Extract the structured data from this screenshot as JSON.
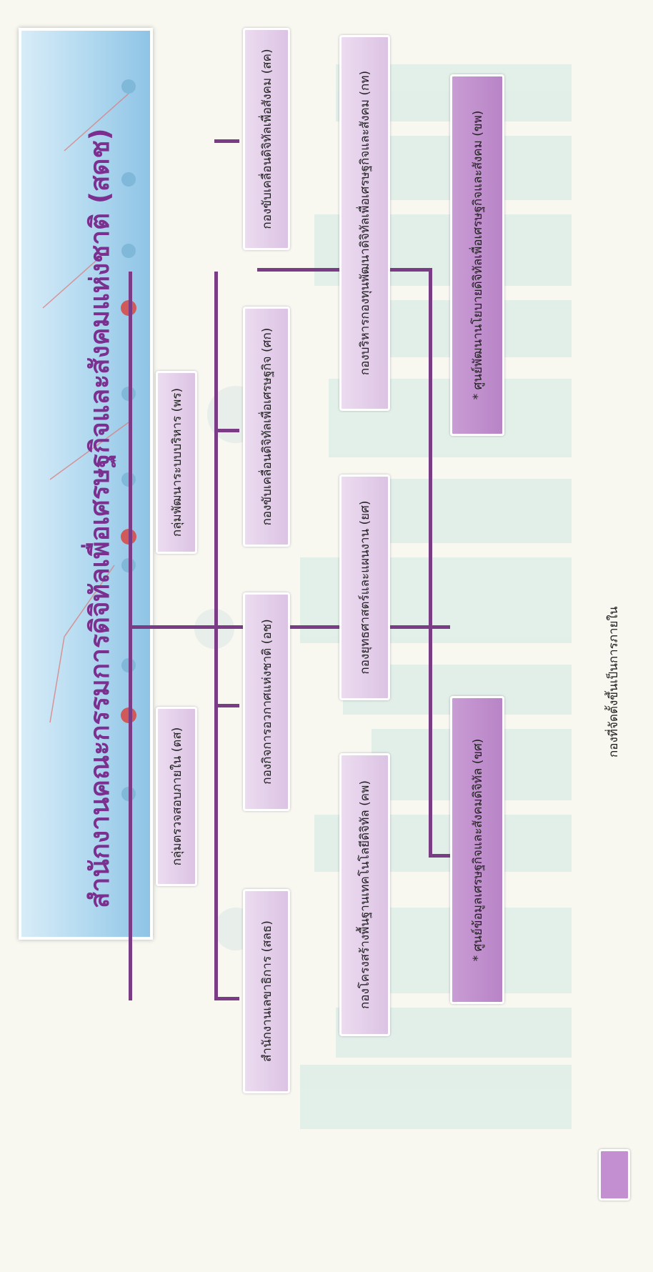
{
  "title": "สำนักงานคณะกรรมการดิจิทัลเพื่อเศรษฐกิจและสังคมแห่งชาติ (สดช)",
  "units": {
    "stg": "กลุ่มตรวจสอบภายใน (ตส)",
    "pbr": "กลุ่มพัฒนาระบบบริหาร (พร)",
    "slk": "สำนักงานเลขาธิการ (สลธ)",
    "kkc": "กองกิจการอวกาศแห่งชาติ (อช)",
    "ksk": "กองขับเคลื่อนดิจิทัลเพื่อเศรษฐกิจ (ศก)",
    "kss": "กองขับเคลื่อนดิจิทัลเพื่อสังคม (สค)",
    "kpm": "กองโครงสร้างพื้นฐานเทคโนโลยีดิจิทัล (คพ)",
    "kys": "กองยุทธศาสตร์และแผนงาน (ยศ)",
    "kbk": "กองบริหารกองทุนพัฒนาดิจิทัลเพื่อเศรษฐกิจและสังคม (กท)",
    "sdc": "* ศูนย์ข้อมูลเศรษฐกิจและสังคมดิจิทัล (ขศ)",
    "spn": "* ศูนย์พัฒนานโยบายดิจิทัลเพื่อเศรษฐกิจและสังคม (ขพ)"
  },
  "legend": {
    "label": "กองที่จัดตั้งขึ้นเป็นการภายใน",
    "color": "#c48fd0"
  },
  "colors": {
    "title": "#7b2f8f",
    "connector": "#7a3d85",
    "box": "#e3cdea",
    "internal_box": "#c290cf"
  }
}
